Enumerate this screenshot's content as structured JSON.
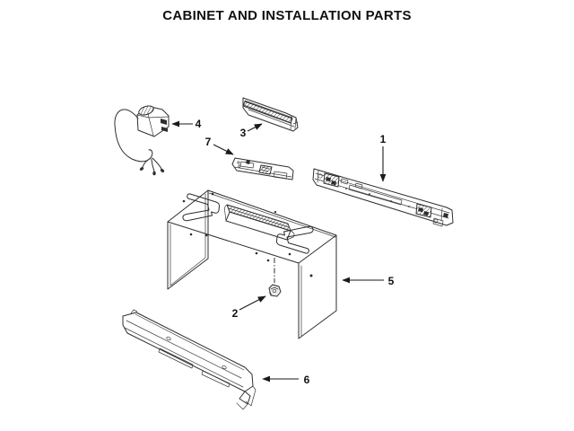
{
  "title": "CABINET AND INSTALLATION PARTS",
  "figure": {
    "type": "exploded-parts-diagram",
    "background_color": "#ffffff",
    "line_color": "#2e2e2e"
  },
  "callouts": [
    {
      "number": "1",
      "part": "mounting-rail-bracket"
    },
    {
      "number": "2",
      "part": "grommet"
    },
    {
      "number": "3",
      "part": "vent-channel"
    },
    {
      "number": "4",
      "part": "power-cord-plug"
    },
    {
      "number": "5",
      "part": "cabinet-shell"
    },
    {
      "number": "6",
      "part": "bottom-trim-rail"
    },
    {
      "number": "7",
      "part": "bracket-plate"
    }
  ]
}
